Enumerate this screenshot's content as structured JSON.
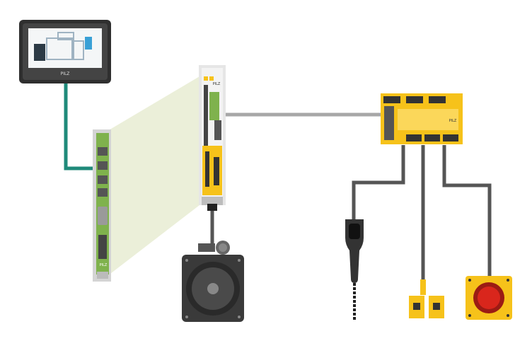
{
  "hmi": {
    "brand": "PILZ"
  },
  "interface_card": {
    "brand": "PILZ"
  },
  "servo_drive": {
    "brand": "PILZ",
    "label": "PILZ"
  },
  "safety_controller": {
    "brand": "PILZ"
  },
  "colors": {
    "cable_teal": "#1f8a7a",
    "cable_gray": "#a7a7a7",
    "cable_dark": "#555555",
    "pilz_yellow": "#f6c21a",
    "board_green": "#7fb24d",
    "motor_dark": "#3a3a3a",
    "estop_red": "#d9261c",
    "beam": "#e8ecd2"
  },
  "icons": [
    "hmi-panel",
    "interface-card",
    "servo-drive",
    "servo-motor",
    "safety-controller",
    "enabling-switch",
    "safety-door-switch",
    "emergency-stop"
  ]
}
